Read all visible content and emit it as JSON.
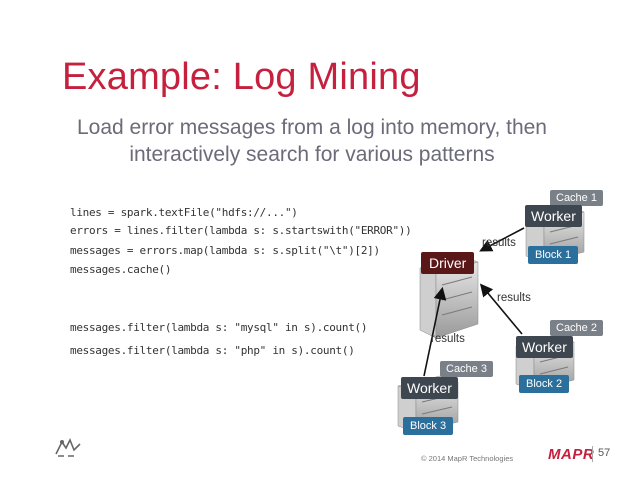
{
  "slide": {
    "title": "Example: Log Mining",
    "subtitle_line1": "Load error messages from a log into memory, then",
    "subtitle_line2": "interactively search for various patterns",
    "code_lines": [
      "lines = spark.textFile(\"hdfs://...\")",
      "errors = lines.filter(lambda s: s.startswith(\"ERROR\"))",
      "messages = errors.map(lambda s: s.split(\"\\t\")[2])",
      "messages.cache()",
      "messages.filter(lambda s: \"mysql\" in s).count()",
      "messages.filter(lambda s: \"php\" in s).count()"
    ],
    "diagram": {
      "driver": "Driver",
      "worker1": {
        "label": "Worker",
        "cache": "Cache 1",
        "block": "Block 1"
      },
      "worker2": {
        "label": "Worker",
        "cache": "Cache 2",
        "block": "Block 2"
      },
      "worker3": {
        "label": "Worker",
        "cache": "Cache 3",
        "block": "Block 3"
      },
      "results1": "results",
      "results2": "results",
      "results3": "results"
    },
    "footer": {
      "copyright": "© 2014 MapR Technologies",
      "brand": "MAPR",
      "page": "57"
    }
  },
  "colors": {
    "title": "#c5213f",
    "subtitle": "#6b6b7a",
    "driver": "#5a1717",
    "worker": "#3e4750",
    "cache": "#7a8088",
    "block": "#2b6f9c"
  },
  "icons": [
    "server-icon",
    "spark-logo-icon",
    "mapr-logo-icon"
  ]
}
